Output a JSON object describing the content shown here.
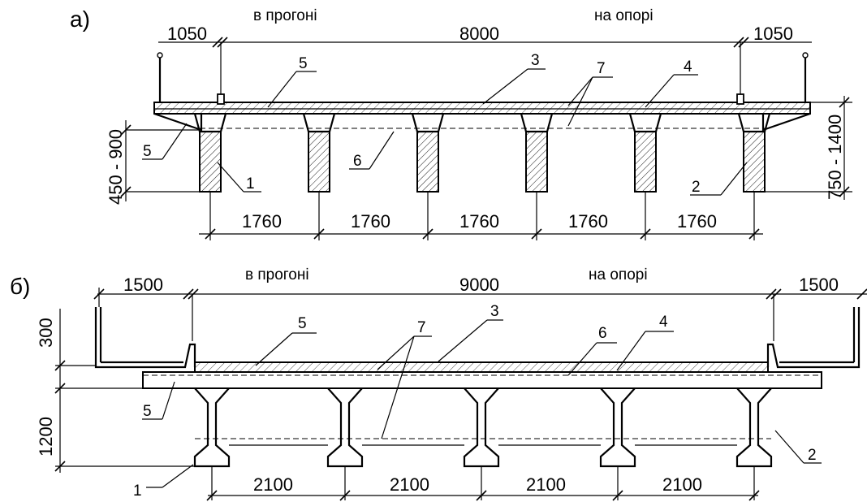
{
  "a": {
    "section": "а)",
    "caption_span": "в прогоні",
    "caption_support": "на опорі",
    "dim_left": "1050",
    "dim_total": "8000",
    "dim_right": "1050",
    "dim_height_left": "450 - 900",
    "dim_height_right": "750 - 1400",
    "spacing": [
      "1760",
      "1760",
      "1760",
      "1760",
      "1760"
    ],
    "labels": {
      "l1": "1",
      "l2": "2",
      "l3": "3",
      "l4": "4",
      "l5a": "5",
      "l5b": "5",
      "l6": "6",
      "l7": "7"
    }
  },
  "b": {
    "section": "б)",
    "caption_span": "в прогоні",
    "caption_support": "на опорі",
    "dim_left": "1500",
    "dim_total": "9000",
    "dim_right": "1500",
    "dim_height_top": "300",
    "dim_height_main": "1200",
    "spacing": [
      "2100",
      "2100",
      "2100",
      "2100"
    ],
    "labels": {
      "l1": "1",
      "l2": "2",
      "l3": "3",
      "l4": "4",
      "l5a": "5",
      "l5b": "5",
      "l6": "6",
      "l7": "7"
    }
  }
}
